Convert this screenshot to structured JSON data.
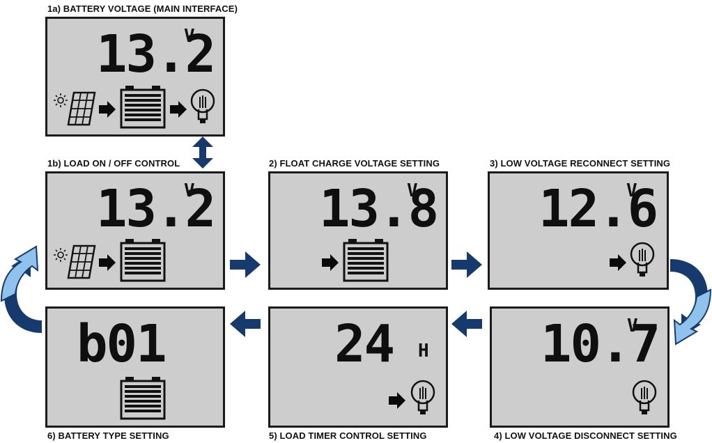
{
  "panels": [
    {
      "id": "1a",
      "caption": "1a) BATTERY VOLTAGE (MAIN INTERFACE)",
      "value": "13.2",
      "unit": "V",
      "icons": [
        "sun-icon",
        "solar-panel-icon",
        "arrow-right-icon",
        "battery-icon",
        "arrow-right-icon",
        "bulb-icon"
      ]
    },
    {
      "id": "1b",
      "caption": "1b) LOAD ON / OFF CONTROL",
      "value": "13.2",
      "unit": "V",
      "icons": [
        "sun-icon",
        "solar-panel-icon",
        "arrow-right-icon",
        "battery-icon"
      ]
    },
    {
      "id": "2",
      "caption": "2) FLOAT CHARGE VOLTAGE SETTING",
      "value": "13.8",
      "unit": "V",
      "icons": [
        "arrow-right-icon",
        "battery-icon"
      ]
    },
    {
      "id": "3",
      "caption": "3) LOW VOLTAGE RECONNECT SETTING",
      "value": "12.6",
      "unit": "V",
      "icons": [
        "arrow-right-icon",
        "bulb-icon"
      ]
    },
    {
      "id": "4",
      "caption": "4) LOW VOLTAGE DISCONNECT SETTING",
      "value": "10.7",
      "unit": "V",
      "icons": [
        "bulb-icon"
      ]
    },
    {
      "id": "5",
      "caption": "5) LOAD TIMER CONTROL SETTING",
      "value": "24",
      "unit": "H",
      "icons": [
        "arrow-right-icon",
        "bulb-icon"
      ]
    },
    {
      "id": "6",
      "caption": "6) BATTERY TYPE SETTING",
      "value": "b01",
      "unit": "",
      "icons": [
        "battery-icon"
      ]
    }
  ],
  "colors": {
    "lcd_background": "#cdcdcd",
    "lcd_border": "#1b1b1b",
    "flow_arrow": "#173a6e",
    "curved_arrow_light": "#8fc3ee",
    "curved_arrow_dark": "#173a6e"
  }
}
